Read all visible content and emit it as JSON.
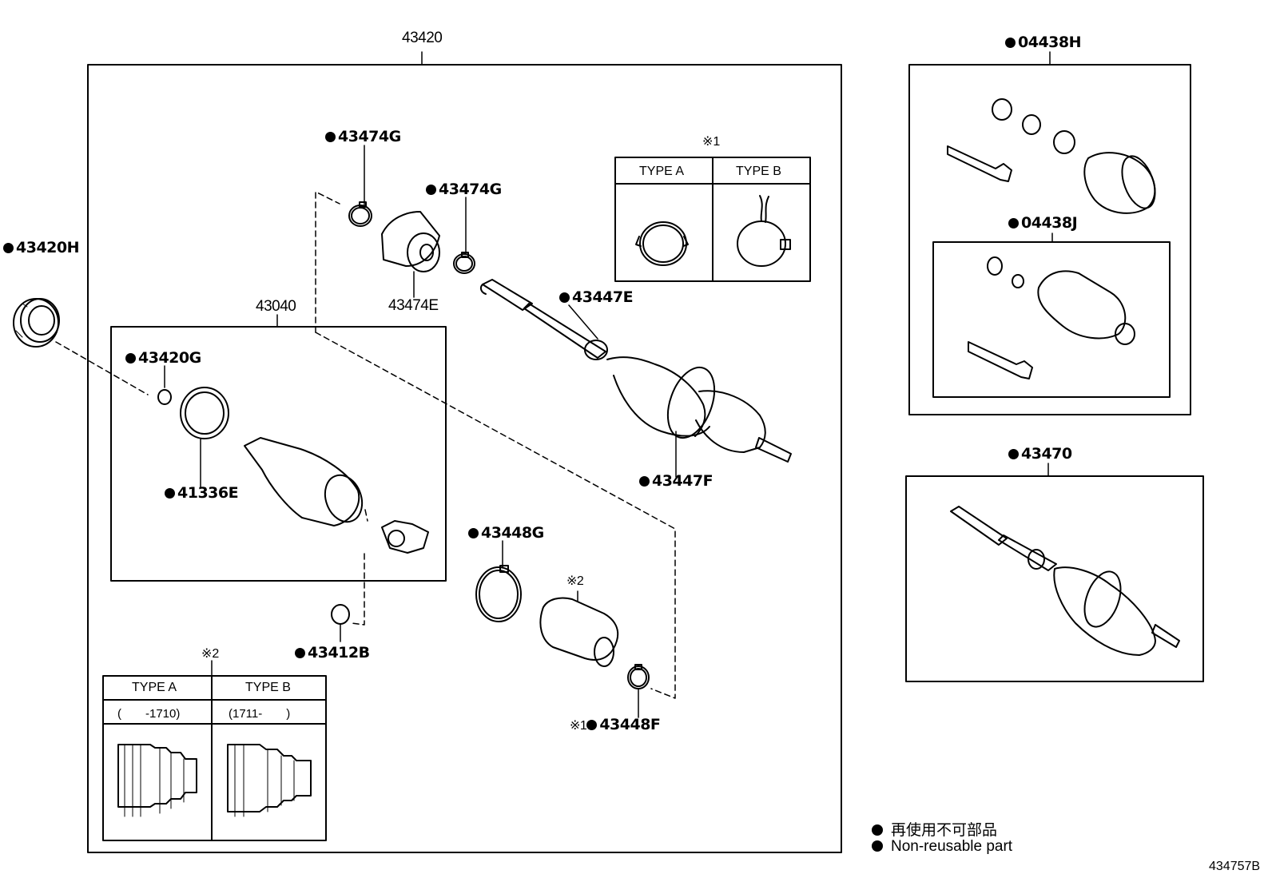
{
  "labels": {
    "main_assembly": "43420",
    "outer_boot_assembly": "43040",
    "bearing": "43420H",
    "clamp_upper_left": "43474G",
    "clamp_upper_right": "43474G",
    "damper": "43474E",
    "boot_clamp_inner_small": "43447E",
    "boot_clamp_inner_large": "43447F",
    "snap_ring": "43420G",
    "dust_seal": "41336E",
    "snap_ring_lower": "43412B",
    "outer_clamp_large": "43448G",
    "outer_clamp_small": "43448F",
    "note_ref_1": "※1",
    "note_ref_2": "※2",
    "boot_kit_outer": "04438H",
    "boot_kit_inner": "04438J",
    "shaft_assy": "43470",
    "diagram_id": "434757B"
  },
  "table_1": {
    "ref": "※1",
    "col_a": "TYPE A",
    "col_b": "TYPE B"
  },
  "table_2": {
    "ref": "※2",
    "col_a": "TYPE A",
    "col_b": "TYPE B",
    "range_a": "(　　-1710)",
    "range_b": "(1711-　　)"
  },
  "legend": {
    "ja": "再使用不可部品",
    "en": "Non-reusable part"
  }
}
